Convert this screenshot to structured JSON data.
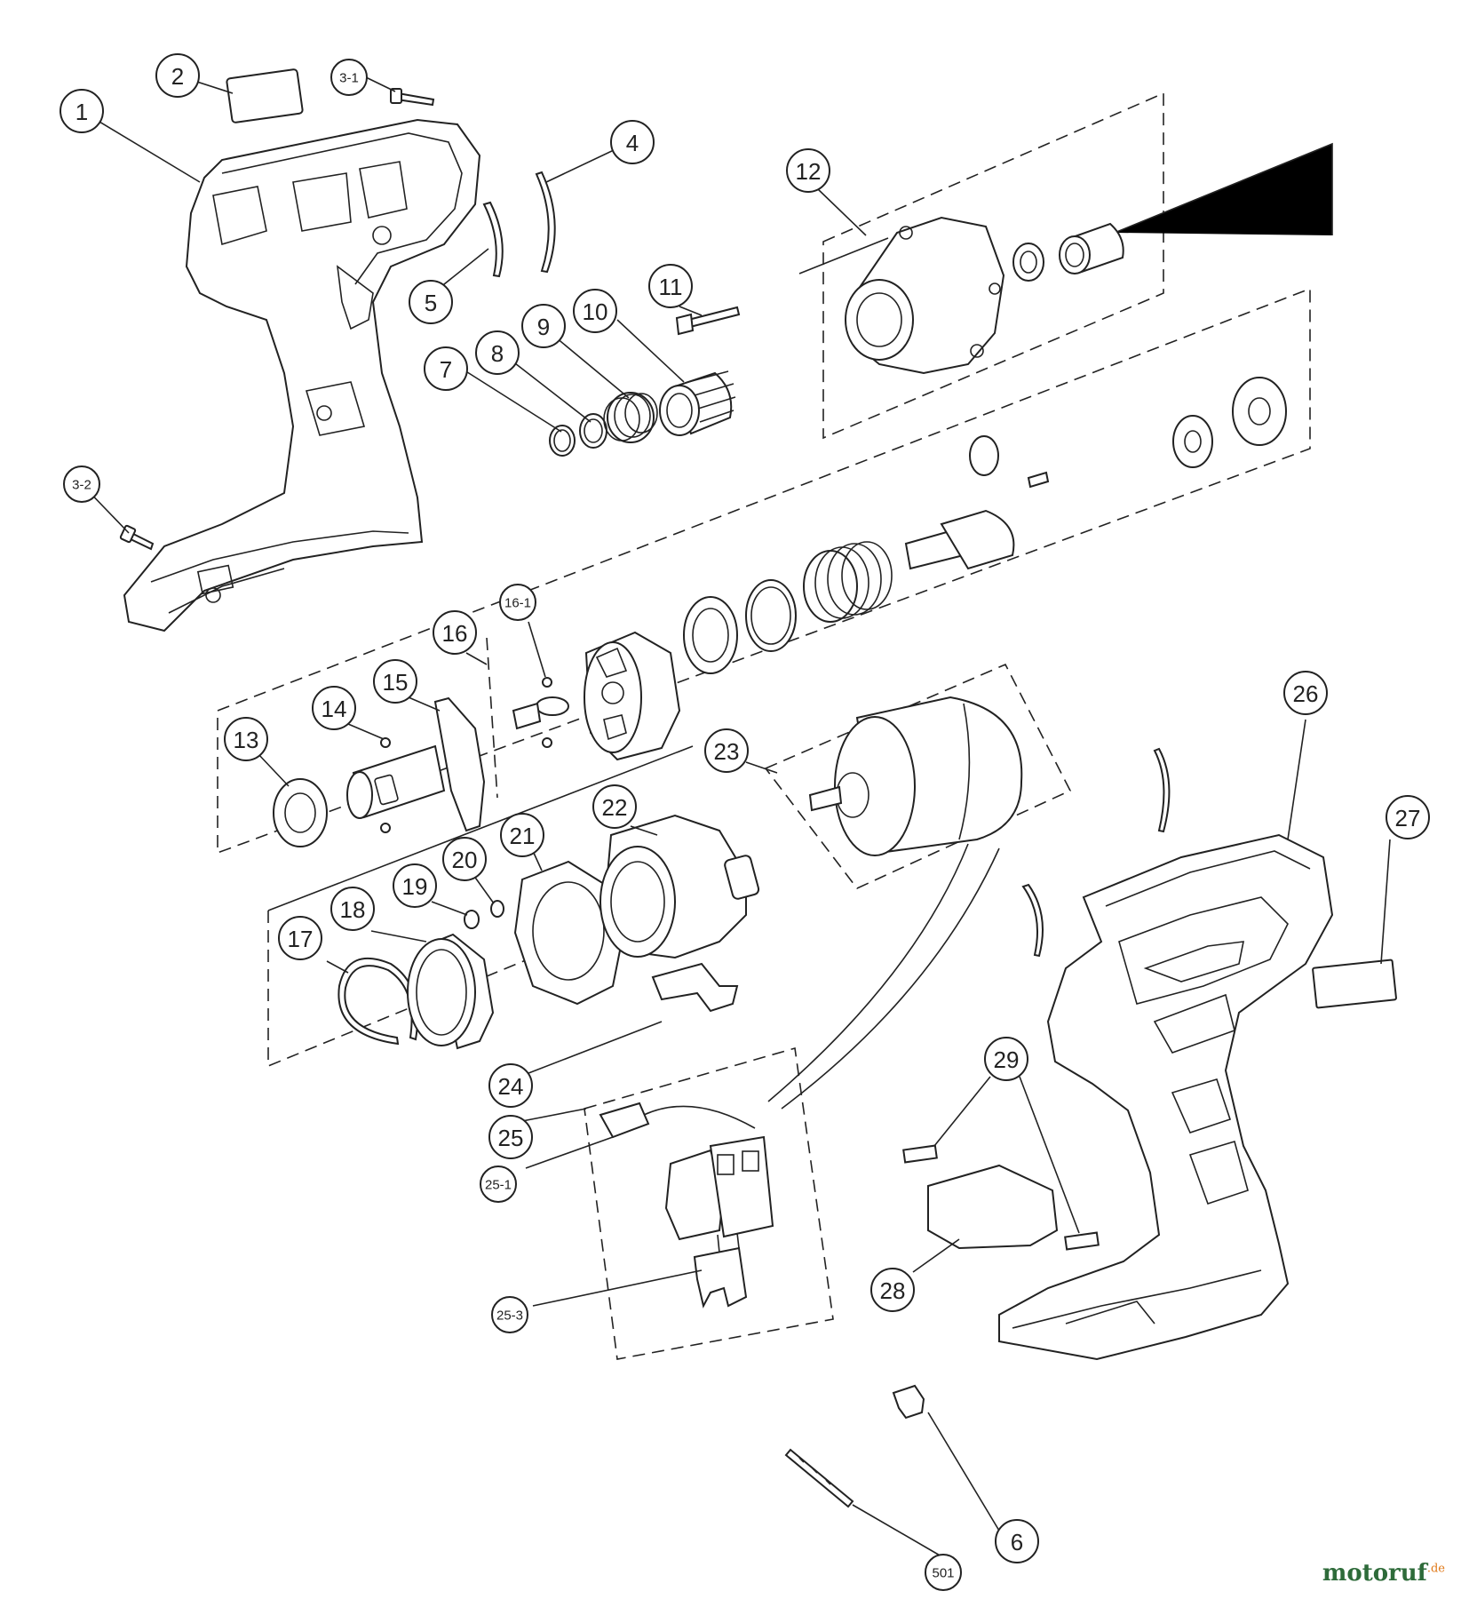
{
  "watermark": {
    "brand": "motoruf",
    "suffix": ".de"
  },
  "callouts": [
    {
      "id": "c1",
      "label": "1"
    },
    {
      "id": "c2",
      "label": "2"
    },
    {
      "id": "c3-1",
      "label": "3-1"
    },
    {
      "id": "c3-2",
      "label": "3-2"
    },
    {
      "id": "c4",
      "label": "4"
    },
    {
      "id": "c5",
      "label": "5"
    },
    {
      "id": "c6",
      "label": "6"
    },
    {
      "id": "c7",
      "label": "7"
    },
    {
      "id": "c8",
      "label": "8"
    },
    {
      "id": "c9",
      "label": "9"
    },
    {
      "id": "c10",
      "label": "10"
    },
    {
      "id": "c11",
      "label": "11"
    },
    {
      "id": "c12",
      "label": "12"
    },
    {
      "id": "c13",
      "label": "13"
    },
    {
      "id": "c14",
      "label": "14"
    },
    {
      "id": "c15",
      "label": "15"
    },
    {
      "id": "c16",
      "label": "16"
    },
    {
      "id": "c16-1",
      "label": "16-1"
    },
    {
      "id": "c17",
      "label": "17"
    },
    {
      "id": "c18",
      "label": "18"
    },
    {
      "id": "c19",
      "label": "19"
    },
    {
      "id": "c20",
      "label": "20"
    },
    {
      "id": "c21",
      "label": "21"
    },
    {
      "id": "c22",
      "label": "22"
    },
    {
      "id": "c23",
      "label": "23"
    },
    {
      "id": "c24",
      "label": "24"
    },
    {
      "id": "c25",
      "label": "25"
    },
    {
      "id": "c25-1",
      "label": "25-1"
    },
    {
      "id": "c25-3",
      "label": "25-3"
    },
    {
      "id": "c26",
      "label": "26"
    },
    {
      "id": "c27",
      "label": "27"
    },
    {
      "id": "c28",
      "label": "28"
    },
    {
      "id": "c29",
      "label": "29"
    },
    {
      "id": "c501",
      "label": "501"
    }
  ]
}
